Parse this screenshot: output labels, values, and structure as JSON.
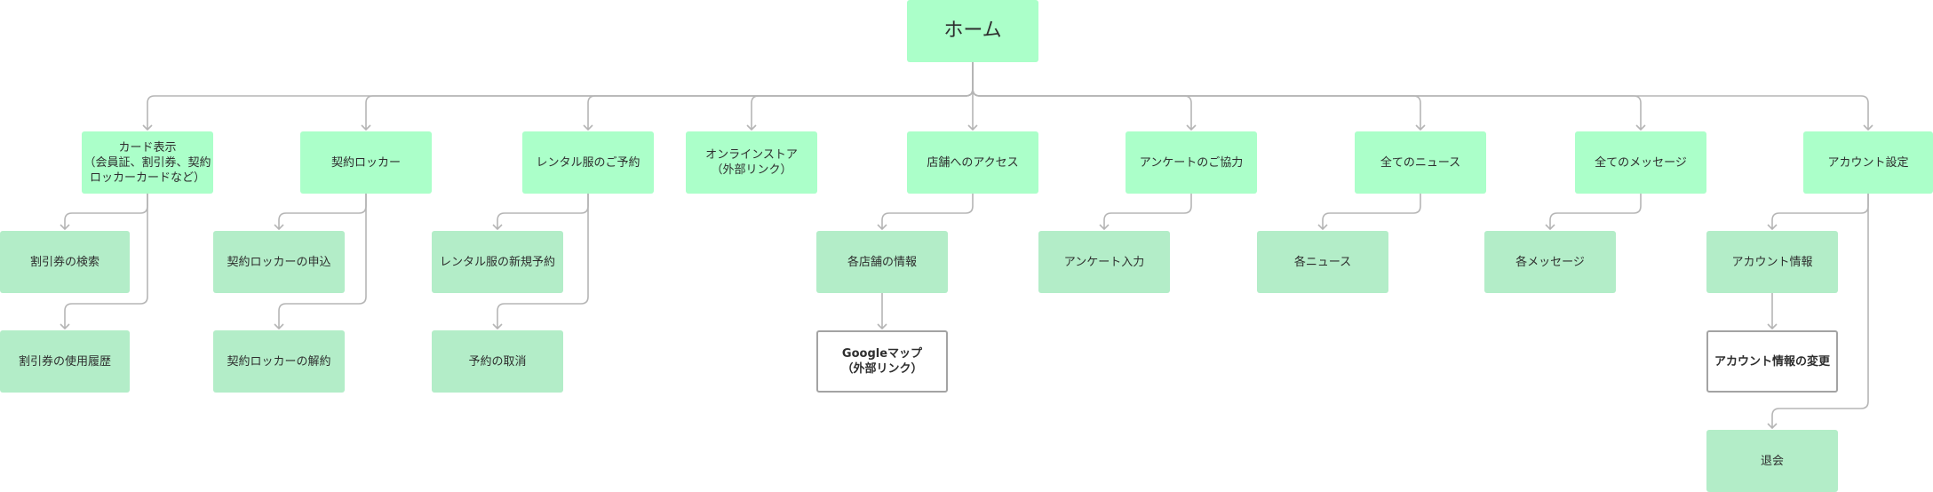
{
  "sitemap": {
    "home": "ホーム",
    "sections": {
      "card": {
        "label": "カード表示\n（会員証、割引券、契約\nロッカーカードなど）"
      },
      "locker": {
        "label": "契約ロッカー"
      },
      "rental": {
        "label": "レンタル服のご予約"
      },
      "store": {
        "label": "オンラインストア\n（外部リンク）"
      },
      "access": {
        "label": "店舗へのアクセス"
      },
      "survey": {
        "label": "アンケートのご協力"
      },
      "news": {
        "label": "全てのニュース"
      },
      "messages": {
        "label": "全てのメッセージ"
      },
      "account": {
        "label": "アカウント設定"
      }
    },
    "pages": {
      "coupon_search": "割引券の検索",
      "coupon_history": "割引券の使用履歴",
      "locker_apply": "契約ロッカーの申込",
      "locker_cancel": "契約ロッカーの解約",
      "rental_new": "レンタル服の新規予約",
      "rental_cancel": "予約の取消",
      "store_info": "各店舗の情報",
      "google_map": "Googleマップ\n（外部リンク）",
      "survey_input": "アンケート入力",
      "each_news": "各ニュース",
      "each_message": "各メッセージ",
      "account_info": "アカウント情報",
      "account_change": "アカウント情報の変更",
      "withdraw": "退会"
    },
    "colors": {
      "section_fill": "#abffc9",
      "page_fill": "#b3edc8",
      "external_border": "#a3a3a3",
      "connector": "#b5b5b5"
    }
  }
}
